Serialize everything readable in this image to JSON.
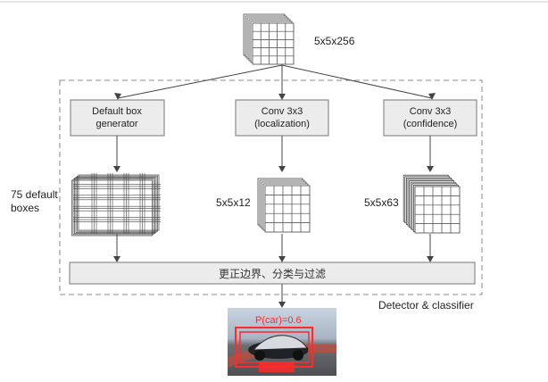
{
  "input_tensor": {
    "label": "5x5x256"
  },
  "boxes": {
    "default_box": {
      "line1": "Default box",
      "line2": "generator"
    },
    "conv_loc": {
      "line1": "Conv 3x3",
      "line2": "(localization)"
    },
    "conv_conf": {
      "line1": "Conv 3x3",
      "line2": "(confidence)"
    }
  },
  "side_labels": {
    "default_boxes_line1": "75 default",
    "default_boxes_line2": "boxes",
    "loc_tensor": "5x5x12",
    "conf_tensor": "5x5x63"
  },
  "bottom_bar": {
    "label": "更正边界、分类与过滤"
  },
  "module_caption": "Detector & classifier",
  "output": {
    "prob_label": "P(car)=0.6"
  },
  "colors": {
    "box_fill": "#ececec",
    "border": "#777777",
    "detection": "#ff2a2a"
  }
}
